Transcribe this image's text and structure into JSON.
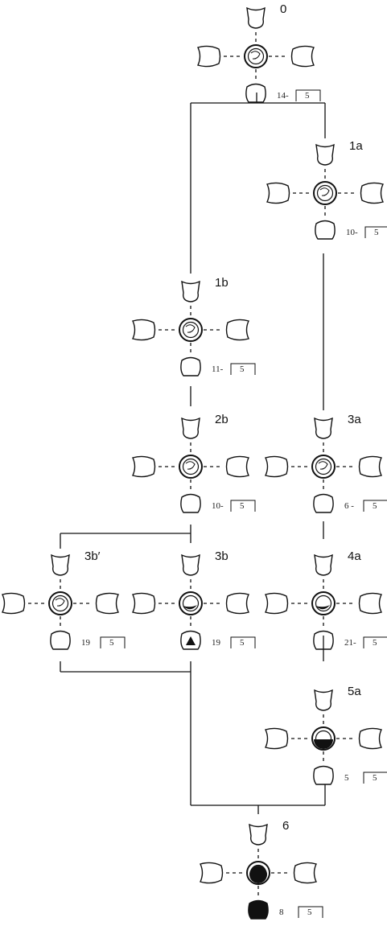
{
  "diagram": {
    "stages": [
      {
        "id": "0",
        "label": "0",
        "count": "14-",
        "scale": "5",
        "fill": "none"
      },
      {
        "id": "1a",
        "label": "1a",
        "count": "10-",
        "scale": "5",
        "fill": "none"
      },
      {
        "id": "1b",
        "label": "1b",
        "count": "11-",
        "scale": "5",
        "fill": "none"
      },
      {
        "id": "2b",
        "label": "2b",
        "count": "10-",
        "scale": "5",
        "fill": "none"
      },
      {
        "id": "3a",
        "label": "3a",
        "count": "6 -",
        "scale": "5",
        "fill": "none"
      },
      {
        "id": "3bp",
        "label": "3b′",
        "count": "19",
        "scale": "5",
        "fill": "none"
      },
      {
        "id": "3b",
        "label": "3b",
        "count": "19",
        "scale": "5",
        "fill": "partial"
      },
      {
        "id": "4a",
        "label": "4a",
        "count": "21-",
        "scale": "5",
        "fill": "partial"
      },
      {
        "id": "5a",
        "label": "5a",
        "count": "5",
        "scale": "5",
        "fill": "half"
      },
      {
        "id": "6",
        "label": "6",
        "count": "8",
        "scale": "5",
        "fill": "full"
      }
    ]
  },
  "colors": {
    "ink": "#111111",
    "paper": "#ffffff"
  }
}
